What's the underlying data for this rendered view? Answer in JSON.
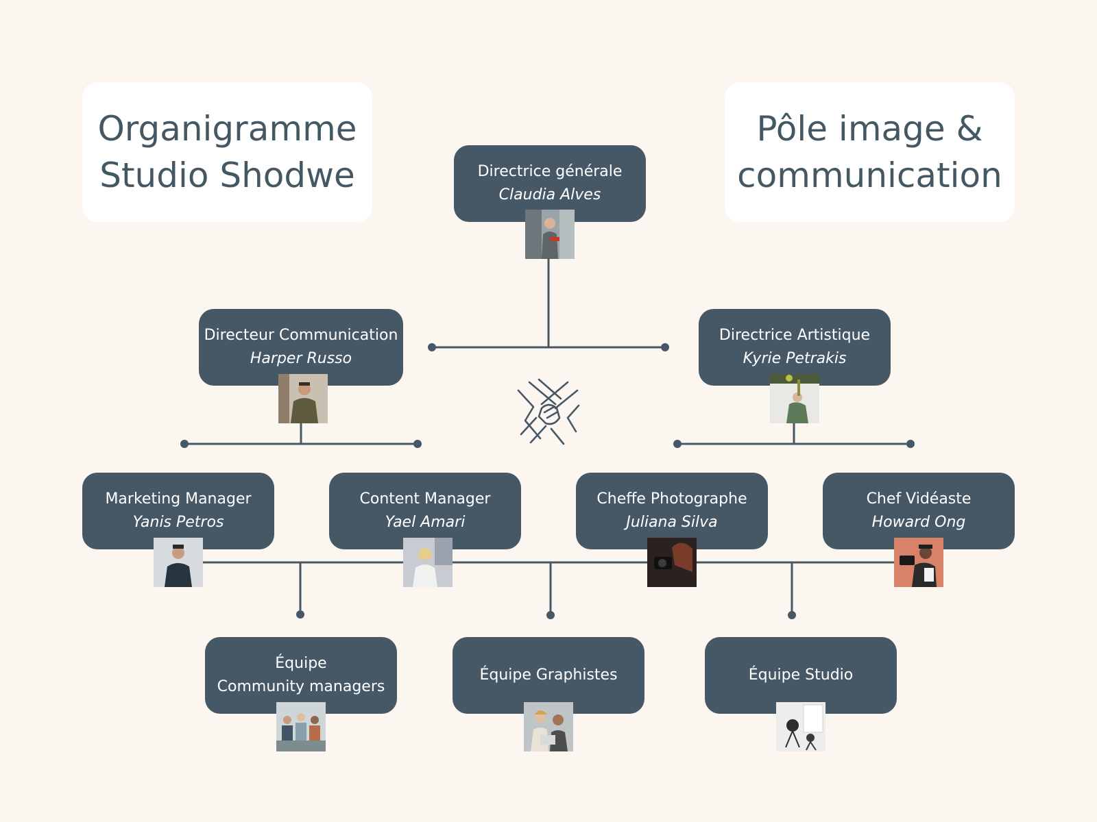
{
  "title_left": {
    "line1": "Organigramme",
    "line2": "Studio Shodwe"
  },
  "title_right": {
    "line1": "Pôle image &",
    "line2": "communication"
  },
  "org": {
    "ceo": {
      "role": "Directrice générale",
      "name": "Claudia Alves"
    },
    "comm_director": {
      "role": "Directeur Communication",
      "name": "Harper Russo"
    },
    "art_director": {
      "role": "Directrice Artistique",
      "name": "Kyrie Petrakis"
    },
    "marketing": {
      "role": "Marketing Manager",
      "name": "Yanis Petros"
    },
    "content": {
      "role": "Content Manager",
      "name": "Yael Amari"
    },
    "photo_chief": {
      "role": "Cheffe Photographe",
      "name": "Juliana Silva"
    },
    "video_chief": {
      "role": "Chef Vidéaste",
      "name": "Howard Ong"
    },
    "team_cm": {
      "line1": "Équipe",
      "line2": "Community managers"
    },
    "team_graph": {
      "label": "Équipe Graphistes"
    },
    "team_studio": {
      "label": "Équipe Studio"
    }
  },
  "icons": {
    "center": "hands-together-icon"
  },
  "colors": {
    "background": "#fcf6f0",
    "node": "#465866",
    "line": "#465866",
    "title_text": "#445864"
  }
}
